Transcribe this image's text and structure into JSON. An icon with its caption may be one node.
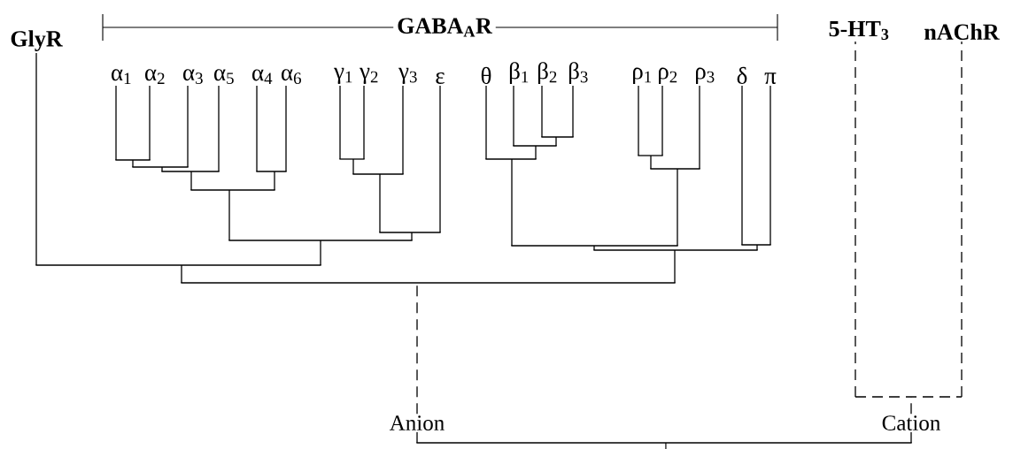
{
  "diagram": {
    "nodes": [
      {
        "text": [
          "GlyR"
        ]
      },
      {
        "text": [
          "α$_{1}$"
        ]
      },
      {
        "text": [
          "α$_{2}$"
        ]
      },
      {
        "text": [
          "α$_{3}$"
        ]
      },
      {
        "text": [
          "α$_{5}$"
        ]
      },
      {
        "text": [
          "α$_{4}$"
        ]
      },
      {
        "text": [
          "α$_{6}$"
        ]
      },
      {
        "text": [
          "γ$_{1}$"
        ]
      },
      {
        "text": [
          "γ$_{2}$"
        ]
      },
      {
        "text": [
          "γ$_{3}$"
        ]
      },
      {
        "text": [
          "ε"
        ]
      },
      {
        "text": [
          "θ"
        ]
      },
      {
        "text": [
          "β$_{1}$"
        ]
      },
      {
        "text": [
          "β$_{2}$"
        ]
      },
      {
        "text": [
          "β$_{3}$"
        ]
      },
      {
        "text": [
          "ρ$_{1}$"
        ]
      },
      {
        "text": [
          "ρ$_{2}$"
        ]
      },
      {
        "text": [
          "ρ$_{3}$"
        ]
      },
      {
        "text": [
          "δ"
        ]
      },
      {
        "text": [
          "π"
        ]
      },
      {
        "text": [
          "5-HT$_{3}$"
        ]
      },
      {
        "text": [
          "nAChR"
        ]
      },
      {
        "text": [
          "Anion"
        ]
      },
      {
        "text": [
          "Cation"
        ]
      },
      {
        "text": [],
        "shape": "bar"
      },
      {
        "text": [],
        "shape": "bar"
      },
      {
        "text": [],
        "shape": "bar"
      },
      {
        "text": [],
        "shape": "bar"
      },
      {
        "text": [],
        "shape": "bar"
      },
      {
        "text": [],
        "shape": "bar"
      },
      {
        "text": [],
        "shape": "bar"
      },
      {
        "text": [],
        "shape": "bar"
      },
      {
        "text": [],
        "shape": "bar"
      },
      {
        "text": [],
        "shape": "bar"
      },
      {
        "text": [],
        "shape": "bar"
      },
      {
        "text": [],
        "shape": "bar"
      },
      {
        "text": [],
        "shape": "bar"
      },
      {
        "text": [],
        "shape": "bar"
      },
      {
        "text": [],
        "shape": "bar"
      },
      {
        "text": [],
        "shape": "bar"
      },
      {
        "text": [],
        "shape": "bar"
      },
      {
        "text": [],
        "shape": "bar"
      },
      {
        "text": [],
        "shape": "bar"
      },
      {
        "text": [],
        "shape": "bar"
      },
      {
        "text": [],
        "shape": "bar"
      }
    ],
    "edges": [
      {
        "from": 24,
        "to": 1,
        "arrow": "none"
      },
      {
        "from": 24,
        "to": 2,
        "arrow": "none"
      },
      {
        "from": 25,
        "to": 24,
        "arrow": "none"
      },
      {
        "from": 25,
        "to": 3,
        "arrow": "none"
      },
      {
        "from": 26,
        "to": 25,
        "arrow": "none"
      },
      {
        "from": 26,
        "to": 4,
        "arrow": "none"
      },
      {
        "from": 27,
        "to": 5,
        "arrow": "none"
      },
      {
        "from": 27,
        "to": 6,
        "arrow": "none"
      },
      {
        "from": 28,
        "to": 26,
        "arrow": "none"
      },
      {
        "from": 28,
        "to": 27,
        "arrow": "none"
      },
      {
        "from": 29,
        "to": 7,
        "arrow": "none"
      },
      {
        "from": 29,
        "to": 8,
        "arrow": "none"
      },
      {
        "from": 30,
        "to": 29,
        "arrow": "none"
      },
      {
        "from": 30,
        "to": 9,
        "arrow": "none"
      },
      {
        "from": 31,
        "to": 30,
        "arrow": "none"
      },
      {
        "from": 31,
        "to": 10,
        "arrow": "none"
      },
      {
        "from": 32,
        "to": 28,
        "arrow": "none"
      },
      {
        "from": 32,
        "to": 31,
        "arrow": "none"
      },
      {
        "from": 33,
        "to": 0,
        "arrow": "none"
      },
      {
        "from": 33,
        "to": 32,
        "arrow": "none"
      },
      {
        "from": 34,
        "to": 13,
        "arrow": "none"
      },
      {
        "from": 34,
        "to": 14,
        "arrow": "none"
      },
      {
        "from": 35,
        "to": 12,
        "arrow": "none"
      },
      {
        "from": 35,
        "to": 34,
        "arrow": "none"
      },
      {
        "from": 36,
        "to": 11,
        "arrow": "none"
      },
      {
        "from": 36,
        "to": 35,
        "arrow": "none"
      },
      {
        "from": 37,
        "to": 15,
        "arrow": "none"
      },
      {
        "from": 37,
        "to": 16,
        "arrow": "none"
      },
      {
        "from": 38,
        "to": 37,
        "arrow": "none"
      },
      {
        "from": 38,
        "to": 17,
        "arrow": "none"
      },
      {
        "from": 39,
        "to": 36,
        "arrow": "none"
      },
      {
        "from": 39,
        "to": 38,
        "arrow": "none"
      },
      {
        "from": 40,
        "to": 18,
        "arrow": "none"
      },
      {
        "from": 40,
        "to": 19,
        "arrow": "none"
      },
      {
        "from": 41,
        "to": 39,
        "arrow": "none"
      },
      {
        "from": 41,
        "to": 40,
        "arrow": "none"
      },
      {
        "from": 42,
        "to": 33,
        "arrow": "none"
      },
      {
        "from": 42,
        "to": 41,
        "arrow": "none"
      },
      {
        "from": 22,
        "to": 42,
        "arrow": "none",
        "style": "dashed"
      },
      {
        "from": 43,
        "to": 20,
        "arrow": "none",
        "style": "dashed"
      },
      {
        "from": 43,
        "to": 21,
        "arrow": "none",
        "style": "dashed"
      },
      {
        "from": 23,
        "to": 43,
        "arrow": "none",
        "style": "dashed"
      },
      {
        "from": 44,
        "to": 22,
        "arrow": "none"
      },
      {
        "from": 44,
        "to": 23,
        "arrow": "none"
      },
      {
        "from": null,
        "to": 44,
        "arrow": "none"
      }
    ],
    "labels": [
      "GABA$_{A}$R"
    ]
  }
}
